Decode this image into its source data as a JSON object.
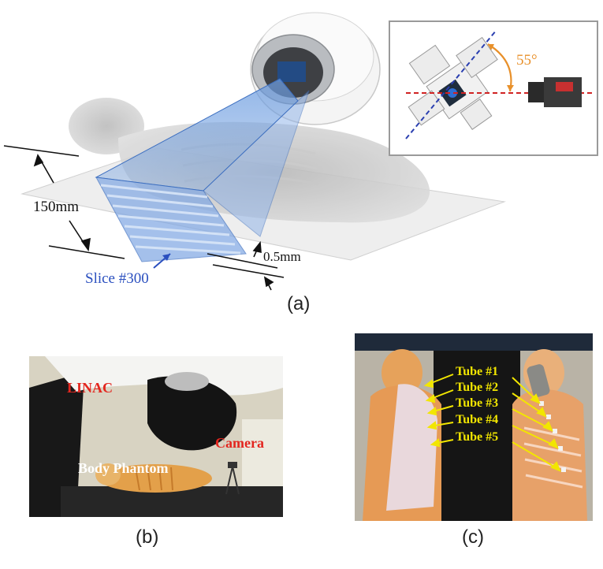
{
  "panel_a": {
    "dim_150": "150mm",
    "dim_05": "0.5mm",
    "slice_label": "Slice #300",
    "angle_label": "55°",
    "label": "(a)"
  },
  "panel_b": {
    "linac": "LINAC",
    "camera": "Camera",
    "body_phantom": "Body Phantom",
    "label": "(b)"
  },
  "panel_c": {
    "tubes": [
      "Tube #1",
      "Tube #2",
      "Tube #3",
      "Tube #4",
      "Tube #5"
    ],
    "label": "(c)"
  },
  "colors": {
    "beam_blue": "#5b8fd8",
    "slice_text": "#2a4fbf",
    "red_label": "#e3261f",
    "tube_yellow": "#f2e600",
    "angle_orange": "#e8902a"
  }
}
